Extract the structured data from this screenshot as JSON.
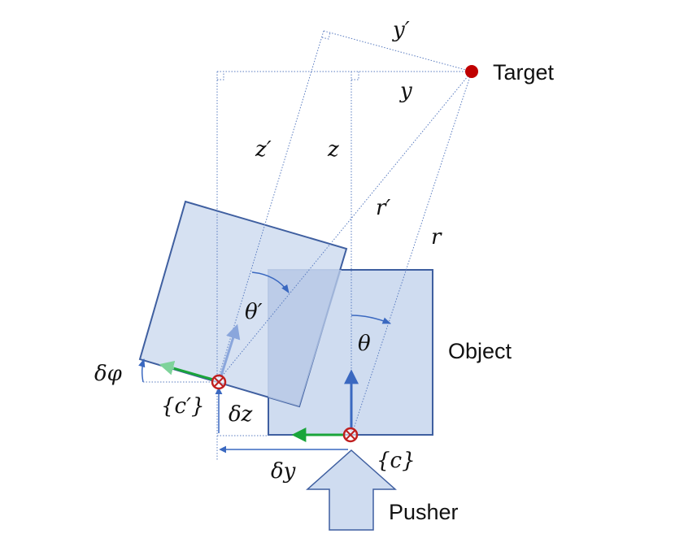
{
  "labels": {
    "target": "Target",
    "object": "Object",
    "pusher": "Pusher",
    "y_prime": "y′",
    "y": "y",
    "z_prime": "z′",
    "z": "z",
    "r_prime": "r′",
    "r": "r",
    "theta_prime": "θ′",
    "theta": "θ",
    "delta_phi": "δφ",
    "frame_c_prime": "{c′}",
    "frame_c": "{c}",
    "delta_z": "δz",
    "delta_y": "δy"
  },
  "colors": {
    "object_fill": "#cfdcf0",
    "object_stroke": "#3f5fa0",
    "overlap_fill": "#b7c8e6",
    "dotted": "#5a7cc0",
    "arrow_blue": "#3a68c0",
    "arrow_green": "#1aa53a",
    "target": "#c00000",
    "contact": "#c02020",
    "pusher_fill": "#cfdcf0"
  }
}
